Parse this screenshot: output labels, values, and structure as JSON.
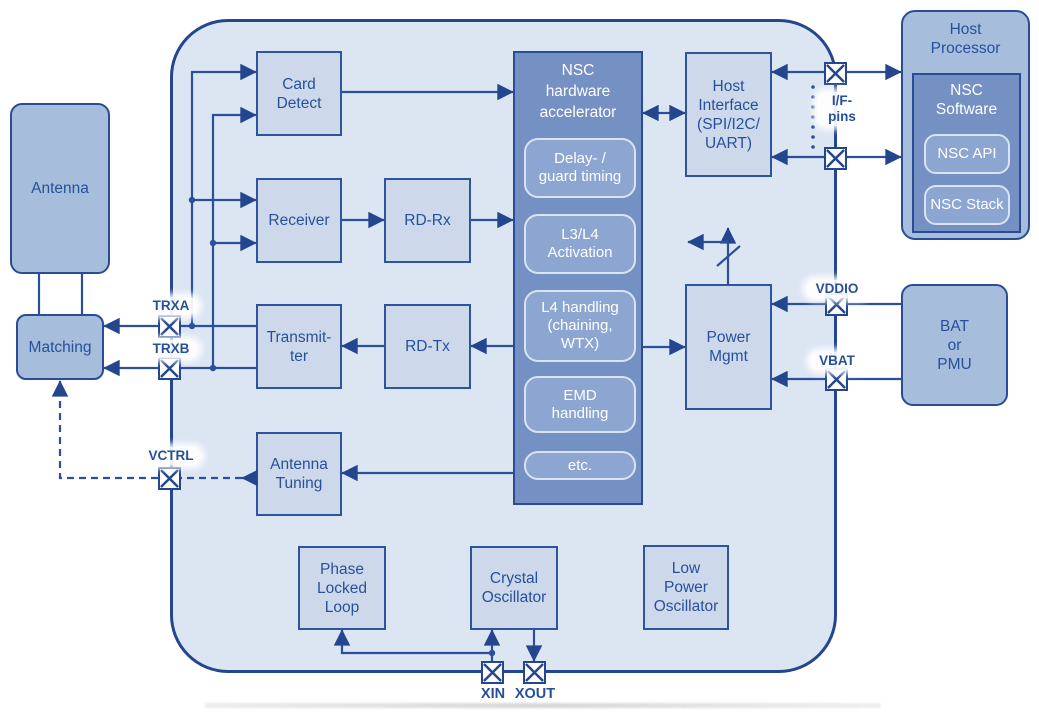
{
  "blocks": {
    "antenna": "Antenna",
    "matching": "Matching",
    "card_detect": "Card\nDetect",
    "receiver": "Receiver",
    "rd_rx": "RD-Rx",
    "transmitter": "Transmit-\nter",
    "rd_tx": "RD-Tx",
    "antenna_tuning": "Antenna\nTuning",
    "accelerator_title": "NSC\nhardware\naccelerator",
    "accelerator_functions": [
      "Delay- /\nguard timing",
      "L3/L4\nActivation",
      "L4 handling\n(chaining,\nWTX)",
      "EMD\nhandling",
      "etc."
    ],
    "host_interface": "Host\nInterface\n(SPI/I2C/\nUART)",
    "power_mgmt": "Power\nMgmt",
    "host_processor": "Host\nProcessor",
    "nsc_software": "NSC\nSoftware",
    "nsc_api": "NSC API",
    "nsc_stack": "NSC Stack",
    "bat_pmu": "BAT\nor\nPMU",
    "phase_locked_loop": "Phase\nLocked\nLoop",
    "crystal_oscillator": "Crystal\nOscillator",
    "low_power_oscillator": "Low\nPower\nOscillator"
  },
  "pins": {
    "trxa": "TRXA",
    "trxb": "TRXB",
    "vctrl": "VCTRL",
    "if_pins": "I/F-\npins",
    "vddio": "VDDIO",
    "vbat": "VBAT",
    "xin": "XIN",
    "xout": "XOUT"
  },
  "colors": {
    "ink": "#27509c",
    "wire": "#2a4f9d",
    "chip_fill": "#dce6f3",
    "light_box_fill": "#cdd9ea",
    "medium_box_fill": "#a7bddc",
    "dark_box_fill": "#7590c3",
    "sub_box_fill": "#8ca6d1"
  }
}
